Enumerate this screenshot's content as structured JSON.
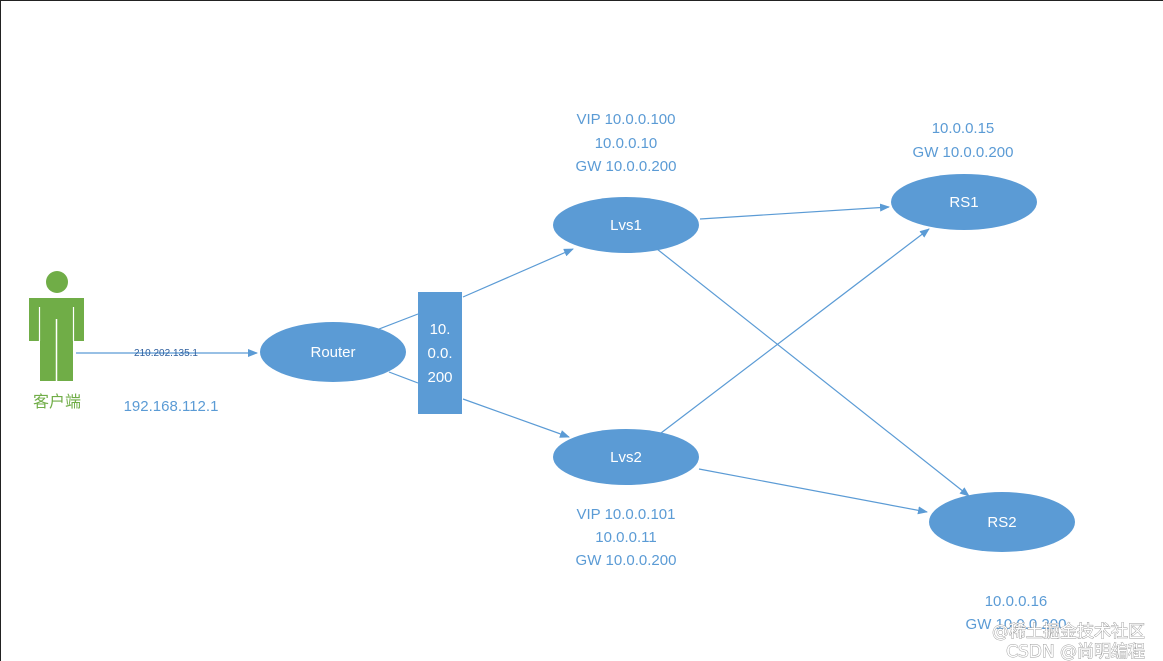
{
  "colors": {
    "accent": "#5b9bd5",
    "client": "#70ad47",
    "link_text": "#2e5f9e"
  },
  "client": {
    "icon": "person-icon",
    "label": "客户端",
    "ip": "192.168.112.1",
    "link_ip": "210.202.135.1"
  },
  "router": {
    "label": "Router"
  },
  "gateway": {
    "lines": [
      "10.",
      "0.0.",
      "200"
    ]
  },
  "lvs1": {
    "label": "Lvs1",
    "info": [
      "VIP 10.0.0.100",
      "10.0.0.10",
      "GW 10.0.0.200"
    ]
  },
  "lvs2": {
    "label": "Lvs2",
    "info": [
      "VIP 10.0.0.101",
      "10.0.0.11",
      "GW 10.0.0.200"
    ]
  },
  "rs1": {
    "label": "RS1",
    "info": [
      "10.0.0.15",
      "GW 10.0.0.200"
    ]
  },
  "rs2": {
    "label": "RS2",
    "info": [
      "10.0.0.16",
      "GW 10.0.0.200"
    ]
  },
  "watermark": {
    "line1": "@稀土掘金技术社区",
    "line2": "CSDN @尚明编程"
  }
}
